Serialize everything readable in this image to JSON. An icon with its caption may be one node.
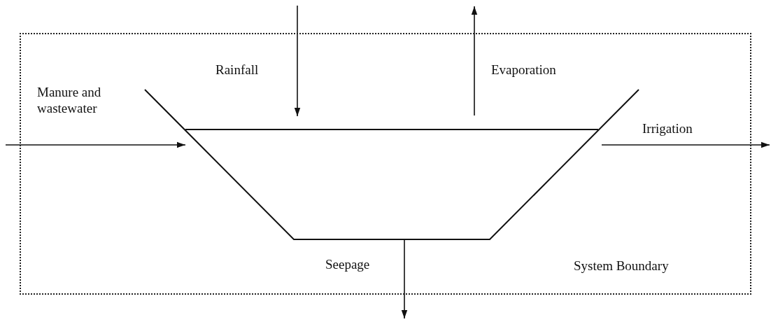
{
  "diagram": {
    "nodes": [
      {
        "text": [
          "System Boundary"
        ]
      },
      {
        "text": [],
        "shape": "trapezoid",
        "in": 0
      }
    ],
    "edges": [
      {
        "from": null,
        "to": 1,
        "arrow": "to",
        "label": "Rainfall"
      },
      {
        "from": 1,
        "to": null,
        "arrow": "to",
        "label": "Evaporation"
      },
      {
        "from": null,
        "to": 1,
        "arrow": "to",
        "label": "Manure and wastewater"
      },
      {
        "from": 1,
        "to": null,
        "arrow": "to",
        "label": "Irrigation"
      },
      {
        "from": 1,
        "to": null,
        "arrow": "to",
        "label": "Seepage"
      }
    ]
  }
}
